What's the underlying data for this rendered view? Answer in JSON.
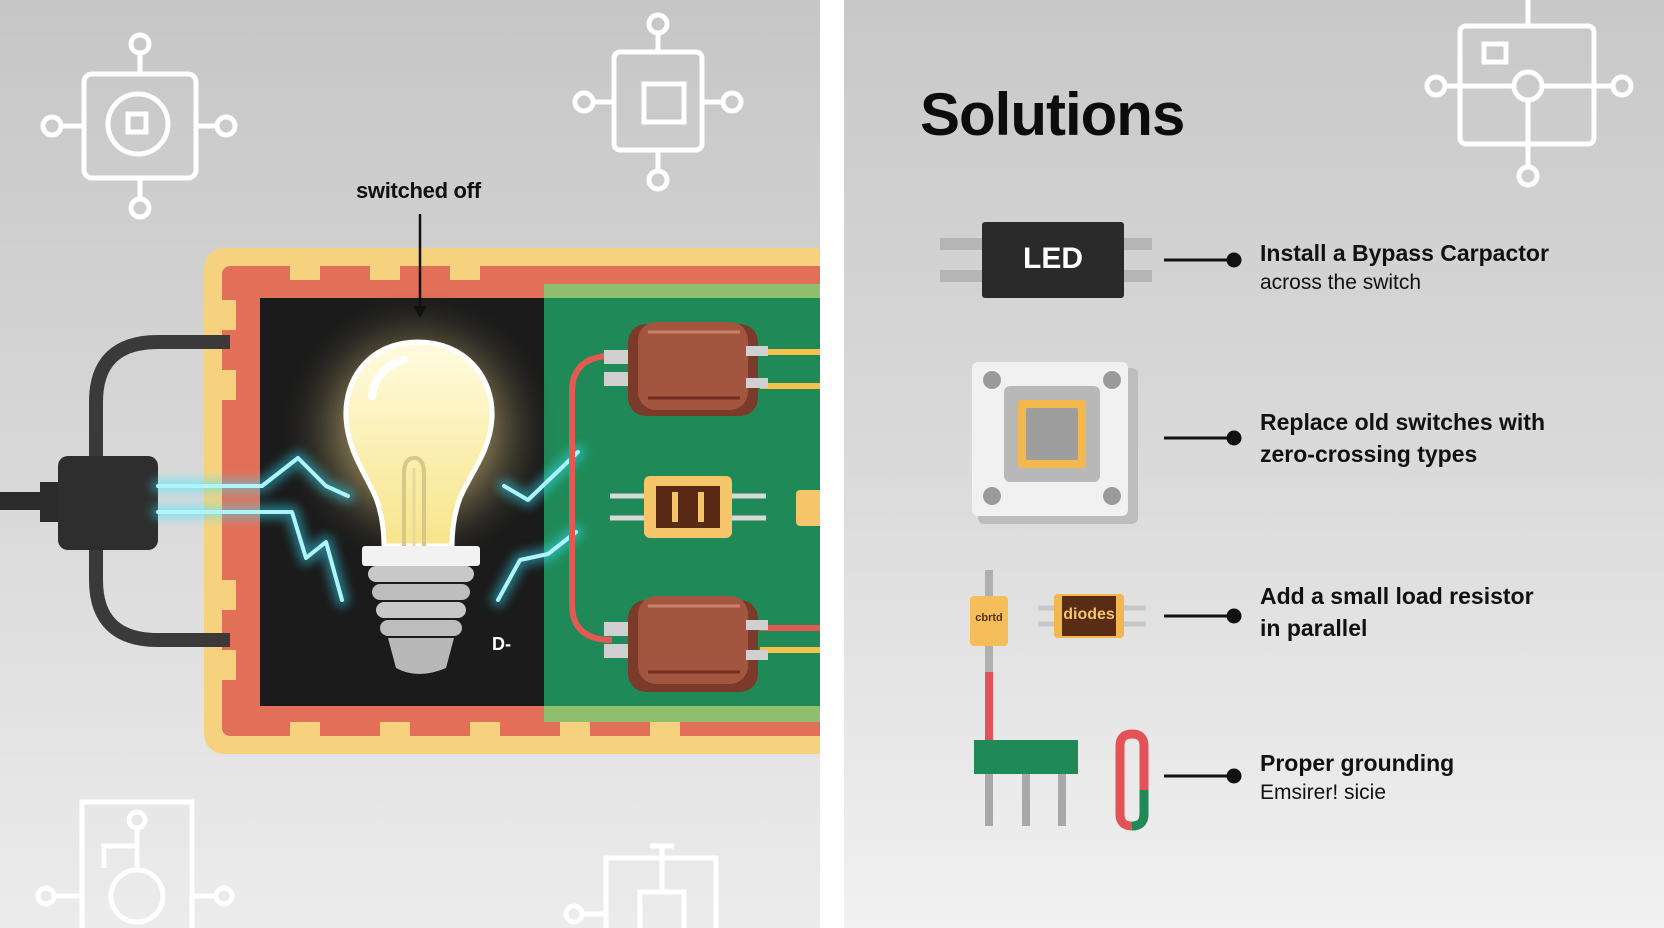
{
  "left_panel": {
    "callout_label": "switched off",
    "spark_marker": "D-"
  },
  "right_panel": {
    "title": "Solutions",
    "solutions": [
      {
        "component_label": "LED",
        "line1": "Install a Bypass Carpactor",
        "line2": "across the switch"
      },
      {
        "line1": "Replace old switches with",
        "line2": "zero-crossing types"
      },
      {
        "component_label_a": "cbrtd",
        "component_label_b": "diodes",
        "line1": "Add a small load resistor",
        "line2": "in parallel"
      },
      {
        "line1": "Proper grounding",
        "line2": "Emsirer! sicie"
      }
    ]
  },
  "colors": {
    "board_outer": "#f7d27e",
    "board_edge": "#e27058",
    "pcb_green": "#1f8a58",
    "glow_cyan": "#35e4ff",
    "capacitor": "#a4553f",
    "component_gold": "#f5c56a",
    "dark_component": "#2a2a2a"
  }
}
